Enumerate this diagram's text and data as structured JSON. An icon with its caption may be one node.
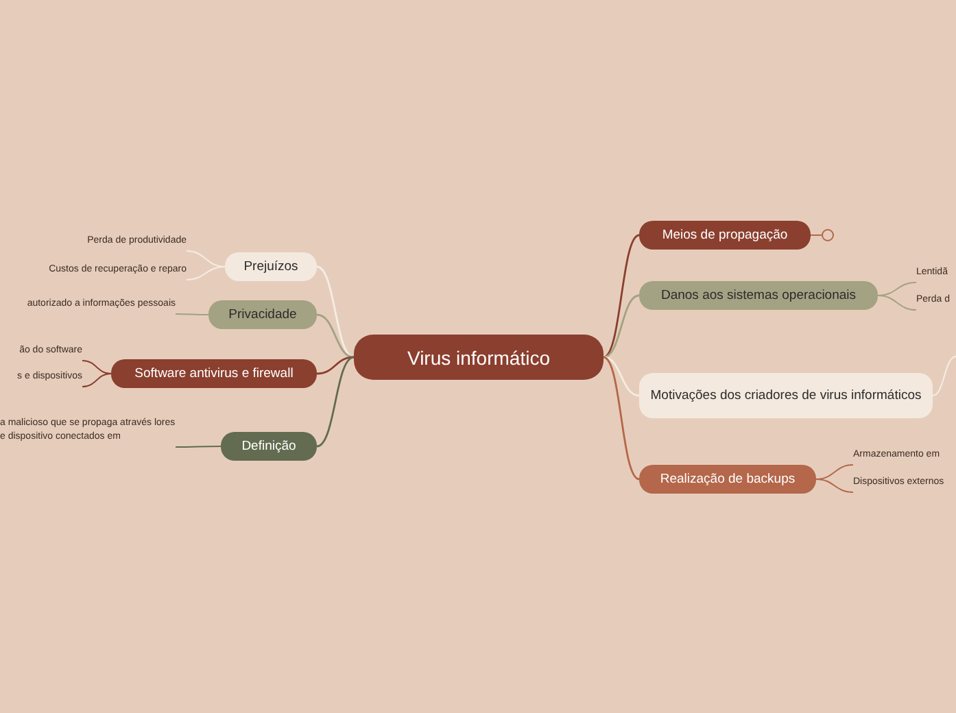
{
  "diagram": {
    "nodes": [
      {
        "text": [
          "Virus informático"
        ]
      },
      {
        "text": [
          "Prejuízos"
        ]
      },
      {
        "text": [
          "Perda de produtividade"
        ]
      },
      {
        "text": [
          "Custos de recuperação e reparo"
        ]
      },
      {
        "text": [
          "Privacidade"
        ]
      },
      {
        "text": [
          "autorizado a informações pessoais"
        ]
      },
      {
        "text": [
          "Software antivirus e firewall"
        ]
      },
      {
        "text": [
          "ão do software"
        ]
      },
      {
        "text": [
          "s e dispositivos"
        ]
      },
      {
        "text": [
          "Definição"
        ]
      },
      {
        "text": [
          "a malicioso que se propaga através lores e dispositivo conectados em"
        ]
      },
      {
        "text": [
          "Meios de propagação"
        ]
      },
      {
        "text": [],
        "shape": "circle"
      },
      {
        "text": [
          "Danos aos sistemas operacionais"
        ]
      },
      {
        "text": [
          "Lentidã"
        ]
      },
      {
        "text": [
          "Perda d"
        ]
      },
      {
        "text": [
          "Motivações dos criadores de virus informáticos"
        ]
      },
      {
        "text": [
          "Realização de backups"
        ]
      },
      {
        "text": [
          "Armazenamento em"
        ]
      },
      {
        "text": [
          "Dispositivos externos"
        ]
      }
    ],
    "edges": [
      {
        "from": 0,
        "to": 1,
        "arrow": "none",
        "color": "#f5ede5"
      },
      {
        "from": 1,
        "to": 2,
        "arrow": "none",
        "color": "#f5ede5"
      },
      {
        "from": 1,
        "to": 3,
        "arrow": "none",
        "color": "#f5ede5"
      },
      {
        "from": 0,
        "to": 4,
        "arrow": "none",
        "color": "#a3a283"
      },
      {
        "from": 4,
        "to": 5,
        "arrow": "none",
        "color": "#a3a283"
      },
      {
        "from": 0,
        "to": 6,
        "arrow": "none",
        "color": "#8b3f2f"
      },
      {
        "from": 6,
        "to": 7,
        "arrow": "none",
        "color": "#8b3f2f"
      },
      {
        "from": 6,
        "to": 8,
        "arrow": "none",
        "color": "#8b3f2f"
      },
      {
        "from": 0,
        "to": 9,
        "arrow": "none",
        "color": "#636b50"
      },
      {
        "from": 9,
        "to": 10,
        "arrow": "none",
        "color": "#636b50"
      },
      {
        "from": 0,
        "to": 11,
        "arrow": "none",
        "color": "#8b3f2f"
      },
      {
        "from": 11,
        "to": 12,
        "arrow": "none",
        "color": "#b4674a"
      },
      {
        "from": 0,
        "to": 13,
        "arrow": "none",
        "color": "#a3a283"
      },
      {
        "from": 13,
        "to": 14,
        "arrow": "none",
        "color": "#a3a283"
      },
      {
        "from": 13,
        "to": 15,
        "arrow": "none",
        "color": "#a3a283"
      },
      {
        "from": 0,
        "to": 16,
        "arrow": "none",
        "color": "#f5ede5"
      },
      {
        "from": 16,
        "to": null,
        "arrow": "none",
        "color": "#f5ede5"
      },
      {
        "from": 0,
        "to": 17,
        "arrow": "none",
        "color": "#b4674a"
      },
      {
        "from": 17,
        "to": 18,
        "arrow": "none",
        "color": "#b4674a"
      },
      {
        "from": 17,
        "to": 19,
        "arrow": "none",
        "color": "#b4674a"
      }
    ]
  }
}
